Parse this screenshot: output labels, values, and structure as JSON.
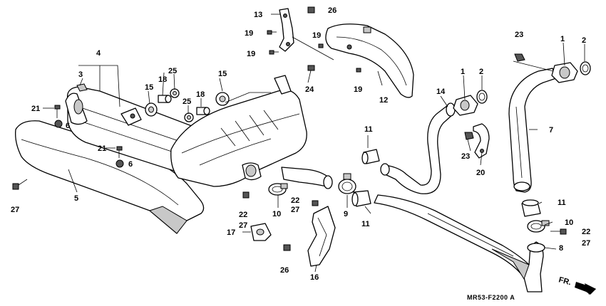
{
  "diagram": {
    "code": "MR53-F2200 A",
    "direction_label": "FR.",
    "callouts": [
      {
        "id": "c1a",
        "text": "1"
      },
      {
        "id": "c1b",
        "text": "1"
      },
      {
        "id": "c2a",
        "text": "2"
      },
      {
        "id": "c2b",
        "text": "2"
      },
      {
        "id": "c3",
        "text": "3"
      },
      {
        "id": "c4",
        "text": "4"
      },
      {
        "id": "c5",
        "text": "5"
      },
      {
        "id": "c6a",
        "text": "6"
      },
      {
        "id": "c6b",
        "text": "6"
      },
      {
        "id": "c7",
        "text": "7"
      },
      {
        "id": "c8",
        "text": "8"
      },
      {
        "id": "c9",
        "text": "9"
      },
      {
        "id": "c10a",
        "text": "10"
      },
      {
        "id": "c10b",
        "text": "10"
      },
      {
        "id": "c11a",
        "text": "11"
      },
      {
        "id": "c11b",
        "text": "11"
      },
      {
        "id": "c11c",
        "text": "11"
      },
      {
        "id": "c12",
        "text": "12"
      },
      {
        "id": "c13",
        "text": "13"
      },
      {
        "id": "c14",
        "text": "14"
      },
      {
        "id": "c15a",
        "text": "15"
      },
      {
        "id": "c15b",
        "text": "15"
      },
      {
        "id": "c16",
        "text": "16"
      },
      {
        "id": "c17",
        "text": "17"
      },
      {
        "id": "c18a",
        "text": "18"
      },
      {
        "id": "c18b",
        "text": "18"
      },
      {
        "id": "c19a",
        "text": "19"
      },
      {
        "id": "c19b",
        "text": "19"
      },
      {
        "id": "c19c",
        "text": "19"
      },
      {
        "id": "c19d",
        "text": "19"
      },
      {
        "id": "c20",
        "text": "20"
      },
      {
        "id": "c21a",
        "text": "21"
      },
      {
        "id": "c21b",
        "text": "21"
      },
      {
        "id": "c22a",
        "text": "22"
      },
      {
        "id": "c22b",
        "text": "22"
      },
      {
        "id": "c22c",
        "text": "22"
      },
      {
        "id": "c23a",
        "text": "23"
      },
      {
        "id": "c23b",
        "text": "23"
      },
      {
        "id": "c24",
        "text": "24"
      },
      {
        "id": "c25a",
        "text": "25"
      },
      {
        "id": "c25b",
        "text": "25"
      },
      {
        "id": "c26a",
        "text": "26"
      },
      {
        "id": "c26b",
        "text": "26"
      },
      {
        "id": "c27a",
        "text": "27"
      },
      {
        "id": "c27b",
        "text": "27"
      },
      {
        "id": "c27c",
        "text": "27"
      },
      {
        "id": "c27d",
        "text": "27"
      }
    ]
  }
}
